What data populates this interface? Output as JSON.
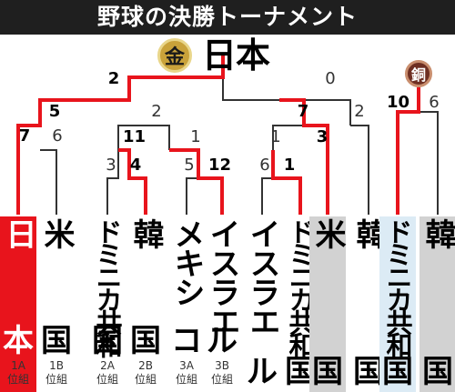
{
  "title": "野球の決勝トーナメント",
  "champion": "日本",
  "medals": {
    "gold": "金",
    "bronze": "銅"
  },
  "colors": {
    "win_line": "#e8141c",
    "line": "#333333",
    "champion_bg": "#e8141c",
    "highlight_bg": "#d2d2d2",
    "bronze_bg": "#dcebf5"
  },
  "teams": [
    {
      "name_top": "日",
      "name_bottom": "本",
      "seed": "1A",
      "seed_sub": "位組",
      "style": "champion"
    },
    {
      "name_top": "米",
      "name_bottom": "国",
      "seed": "1B",
      "seed_sub": "位組",
      "style": "plain"
    },
    {
      "name_top": "ドミニカ共和",
      "name_bottom": "国",
      "seed": "2A",
      "seed_sub": "位組",
      "style": "plain"
    },
    {
      "name_top": "韓",
      "name_bottom": "国",
      "seed": "2B",
      "seed_sub": "位組",
      "style": "plain"
    },
    {
      "name_top": "メキシ",
      "name_bottom": "コ",
      "seed": "3A",
      "seed_sub": "位組",
      "style": "plain"
    },
    {
      "name_top": "イスラエ",
      "name_bottom": "ル",
      "seed": "3B",
      "seed_sub": "位組",
      "style": "plain"
    },
    {
      "name_top": "イスラエ",
      "name_bottom": "ル",
      "seed": "",
      "seed_sub": "",
      "style": "plain"
    },
    {
      "name_top": "ドミニカ共和",
      "name_bottom": "国",
      "seed": "",
      "seed_sub": "",
      "style": "plain"
    },
    {
      "name_top": "米",
      "name_bottom": "国",
      "seed": "",
      "seed_sub": "",
      "style": "gray"
    },
    {
      "name_top": "韓",
      "name_bottom": "国",
      "seed": "",
      "seed_sub": "",
      "style": "plain"
    },
    {
      "name_top": "ドミニカ共和",
      "name_bottom": "国",
      "seed": "",
      "seed_sub": "",
      "style": "bronze"
    },
    {
      "name_top": "韓",
      "name_bottom": "国",
      "seed": "",
      "seed_sub": "",
      "style": "gray"
    }
  ],
  "scores": {
    "final_left": "2",
    "final_right": "0",
    "semi1_left": "5",
    "semi1_right": "2",
    "semi2_left": "7",
    "semi2_right": "2",
    "qf1_left": "7",
    "qf1_right": "6",
    "qf2_left": "11",
    "qf2_right": "1",
    "qf3_left": "1",
    "qf3_right": "3",
    "r1_a_left": "3",
    "r1_a_right": "4",
    "r1_b_left": "5",
    "r1_b_right": "12",
    "r1_c_left": "6",
    "r1_c_right": "1",
    "bronze_left": "10",
    "bronze_right": "6"
  }
}
